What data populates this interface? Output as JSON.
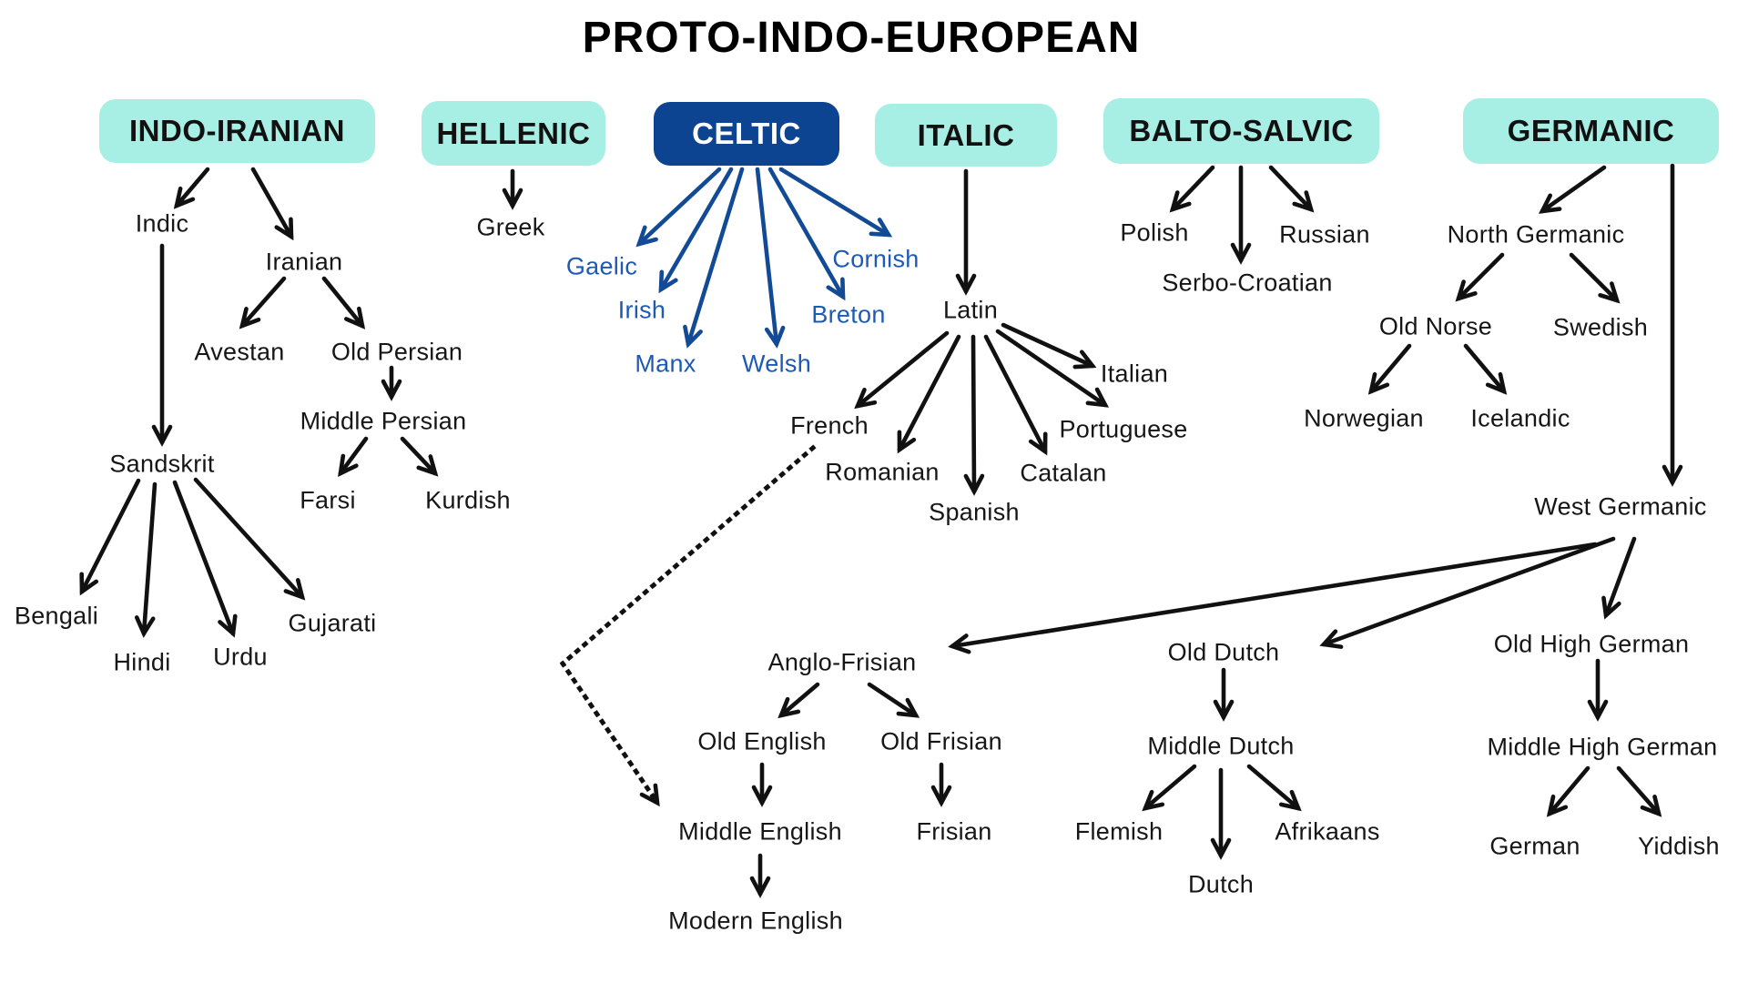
{
  "title": "PROTO-INDO-EUROPEAN",
  "colors": {
    "branch_box_fill": "#a7efe5",
    "celtic_box_fill": "#0d4491",
    "celtic_text": "#1e5ab5",
    "ink": "#161616"
  },
  "branches": {
    "indo_iranian": "INDO-IRANIAN",
    "hellenic": "HELLENIC",
    "celtic": "CELTIC",
    "italic": "ITALIC",
    "balto_salvic": "BALTO-SALVIC",
    "germanic": "GERMANIC"
  },
  "nodes": {
    "indic": "Indic",
    "iranian": "Iranian",
    "avestan": "Avestan",
    "old_persian": "Old Persian",
    "middle_persian": "Middle Persian",
    "farsi": "Farsi",
    "kurdish": "Kurdish",
    "sandskrit": "Sandskrit",
    "bengali": "Bengali",
    "hindi": "Hindi",
    "urdu": "Urdu",
    "gujarati": "Gujarati",
    "greek": "Greek",
    "gaelic": "Gaelic",
    "irish": "Irish",
    "manx": "Manx",
    "welsh": "Welsh",
    "breton": "Breton",
    "cornish": "Cornish",
    "latin": "Latin",
    "french": "French",
    "romanian": "Romanian",
    "spanish": "Spanish",
    "catalan": "Catalan",
    "portuguese": "Portuguese",
    "italian": "Italian",
    "polish": "Polish",
    "russian": "Russian",
    "serbo_croatian": "Serbo-Croatian",
    "north_germanic": "North Germanic",
    "old_norse": "Old Norse",
    "swedish": "Swedish",
    "norwegian": "Norwegian",
    "icelandic": "Icelandic",
    "west_germanic": "West Germanic",
    "anglo_frisian": "Anglo-Frisian",
    "old_english": "Old English",
    "old_frisian": "Old Frisian",
    "middle_english": "Middle English",
    "modern_english": "Modern English",
    "frisian": "Frisian",
    "old_dutch": "Old Dutch",
    "middle_dutch": "Middle Dutch",
    "flemish": "Flemish",
    "afrikaans": "Afrikaans",
    "dutch": "Dutch",
    "old_high_german": "Old High German",
    "middle_high_german": "Middle High German",
    "german": "German",
    "yiddish": "Yiddish"
  }
}
